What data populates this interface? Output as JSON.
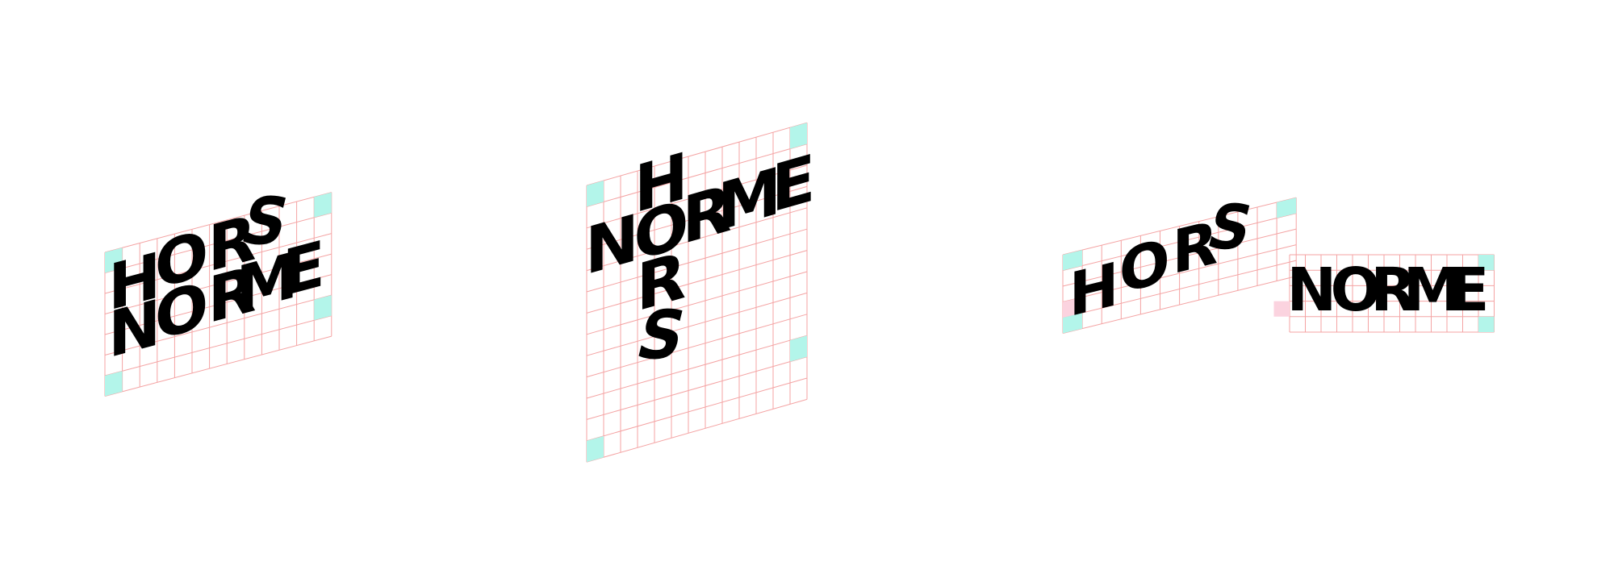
{
  "colors": {
    "background": "#ffffff",
    "grid_line": "#f4a3a3",
    "corner_marker": "#b3f5ea",
    "secondary_marker": "#fbd3df",
    "letter": "#000000"
  },
  "words": {
    "first": "HORS",
    "second": "NORME"
  },
  "compositions": [
    {
      "id": "composition-stacked",
      "description_text": "",
      "letters": [
        "H",
        "O",
        "R",
        "S",
        "N",
        "O",
        "R",
        "M",
        "E"
      ]
    },
    {
      "id": "composition-crossword",
      "letters": [
        "H",
        "N",
        "O",
        "R",
        "M",
        "E",
        "R",
        "S"
      ]
    },
    {
      "id": "composition-inline",
      "letters": [
        "H",
        "O",
        "R",
        "S",
        "N",
        "O",
        "R",
        "M",
        "E"
      ]
    }
  ]
}
